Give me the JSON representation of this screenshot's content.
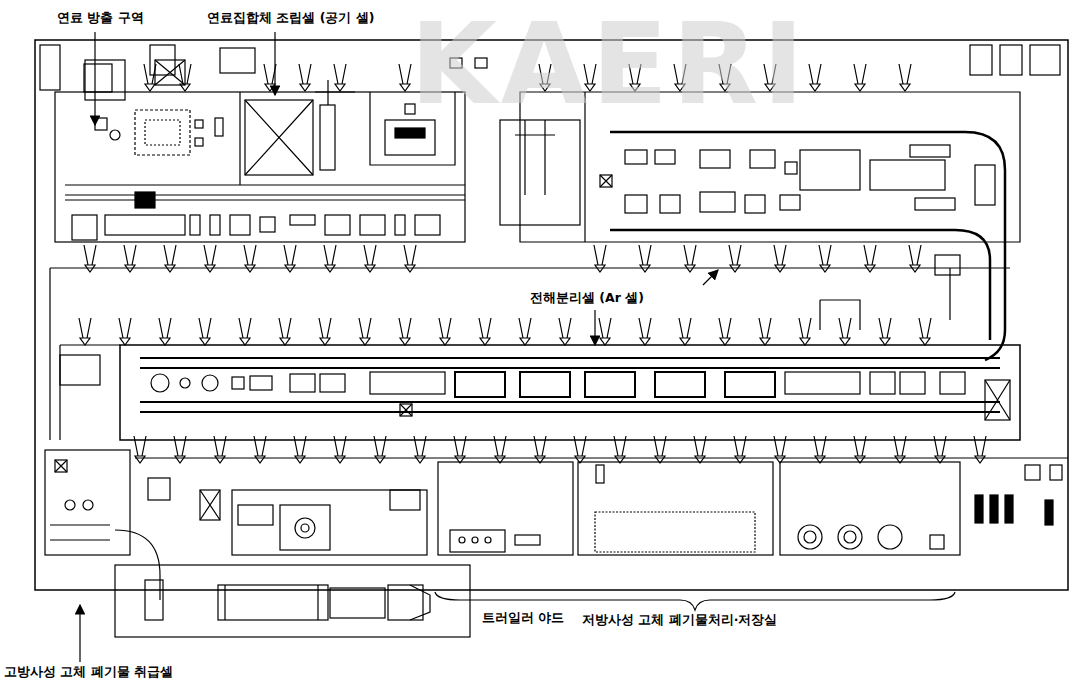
{
  "diagram": {
    "labels": [
      "연료 방출 구역",
      "연료집합체 조립셀 (공기 셀)",
      "전해분리셀 (Ar 셀)",
      "고방사성 고체 폐기물 취급셀",
      "트러일러 야드",
      "저방사성 고체 폐기물처리·저장실",
      "KAERI"
    ]
  }
}
